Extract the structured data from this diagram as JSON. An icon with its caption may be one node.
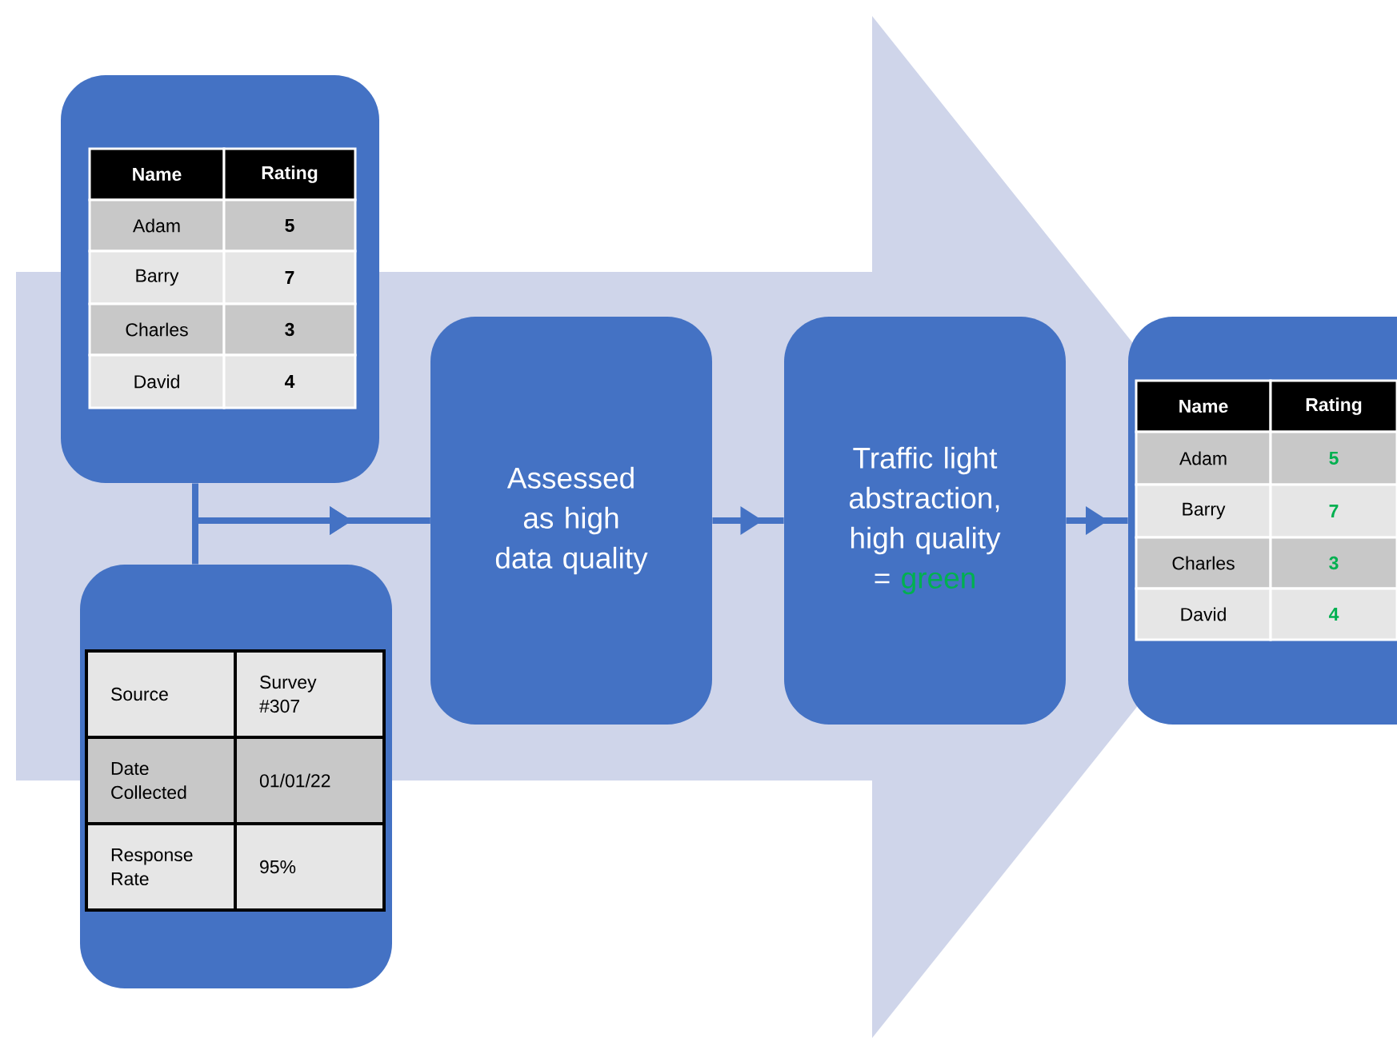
{
  "diagram": {
    "nodes": [
      {
        "text": [],
        "shape": "box"
      },
      {
        "text": [],
        "shape": "box"
      },
      {
        "text": [
          "Assessed as high data quality"
        ]
      },
      {
        "text": [
          "Traffic light abstraction, high quality =",
          "green"
        ]
      },
      {
        "text": [],
        "shape": "box"
      }
    ],
    "edges": [
      {
        "from": 0,
        "to": 2,
        "arrow": "to"
      },
      {
        "from": 1,
        "to": 2,
        "arrow": "to"
      },
      {
        "from": 2,
        "to": 3,
        "arrow": "to"
      },
      {
        "from": 3,
        "to": 4,
        "arrow": "to"
      }
    ],
    "labels": [
      "Name",
      "Rating",
      "Adam",
      "5",
      "Barry",
      "7",
      "Charles",
      "3",
      "David",
      "4",
      "Source",
      "Survey #307",
      "Date Collected",
      "01/01/22",
      "Response Rate",
      "95%",
      "Name",
      "Rating",
      "Adam",
      "5",
      "Barry",
      "7",
      "Charles",
      "3",
      "David",
      "4"
    ]
  }
}
